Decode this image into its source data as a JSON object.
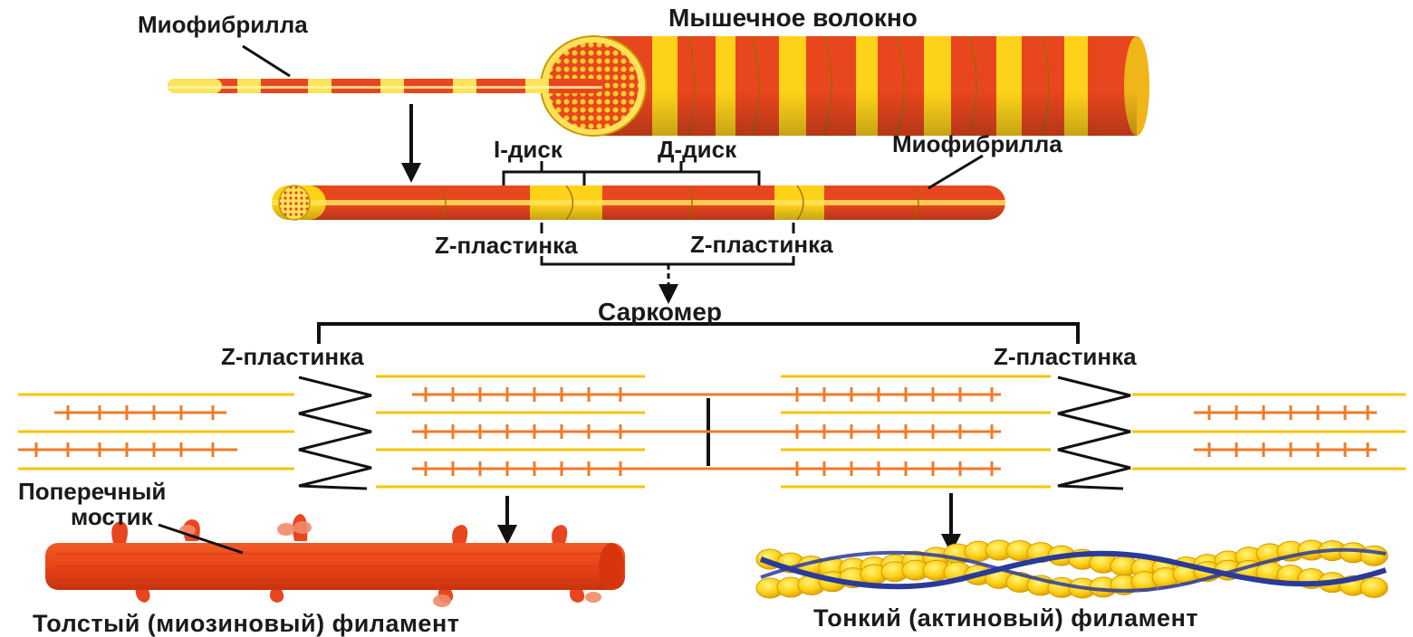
{
  "colors": {
    "red": "#e8461e",
    "deep_red": "#d8350f",
    "yellow": "#ffd21a",
    "pale_yellow": "#fff07a",
    "orange_filament": "#f07a28",
    "thin_filament_line": "#f5c400",
    "tropomyosin": "#2a3a9a",
    "label": "#1a1a1a"
  },
  "labels": {
    "myofibril_top": "Миофибрилла",
    "muscle_fiber": "Мышечное волокно",
    "i_disc": "I-диск",
    "d_disc": "Д-диск",
    "myofibril_right": "Миофибрилла",
    "z_plate_left": "Z-пластинка",
    "z_plate_right": "Z-пластинка",
    "sarcomere": "Саркомер",
    "z_plate_lower_left": "Z-пластинка",
    "z_plate_lower_right": "Z-пластинка",
    "cross_bridge_line1": "Поперечный",
    "cross_bridge_line2": "мостик",
    "thick_filament": "Толстый (миозиновый) филамент",
    "thin_filament": "Тонкий (актиновый) филамент"
  },
  "icons": {
    "arrows": "down-arrow-icon"
  }
}
